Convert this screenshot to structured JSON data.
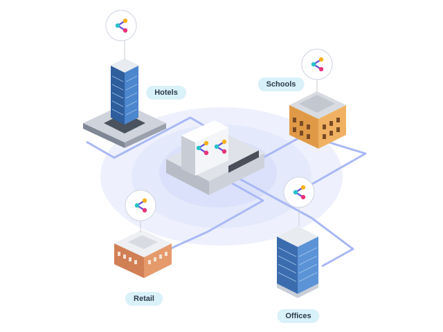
{
  "labels": {
    "hotels": "Hotels",
    "schools": "Schools",
    "retail": "Retail",
    "offices": "Offices"
  },
  "colors": {
    "ring": "#e3e8fb",
    "link_line": "#a9b8f5",
    "label_bg": "#d9f1f9",
    "logo_yellow": "#f6b21b",
    "logo_teal": "#27c3c9",
    "logo_pink": "#e8337a",
    "logo_stroke": "#6b53d6"
  },
  "icons": {
    "hotel_building": "tower-building-icon",
    "school_building": "school-building-icon",
    "retail_building": "retail-building-icon",
    "office_building": "office-tower-icon",
    "hub_device": "network-switch-icon",
    "brand_logo": "brand-logo-icon"
  }
}
